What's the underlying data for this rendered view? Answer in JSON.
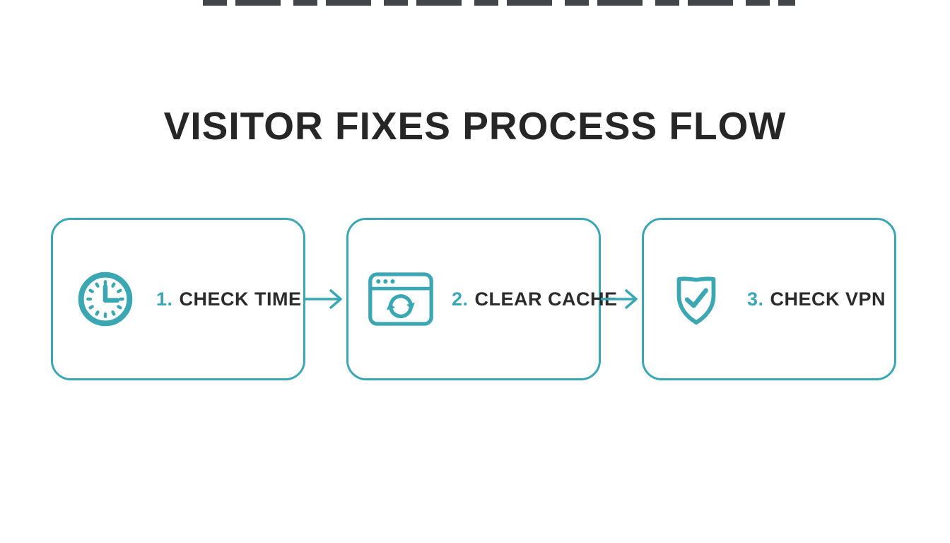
{
  "colors": {
    "accent": "#3aa7b2",
    "title_text": "#262626",
    "label_text": "#2b2b2b",
    "background": "#ffffff"
  },
  "title": "VISITOR FIXES PROCESS FLOW",
  "steps": [
    {
      "number": "1.",
      "label": "CHECK TIME",
      "icon": "clock-icon"
    },
    {
      "number": "2.",
      "label": "CLEAR CACHE",
      "icon": "browser-refresh-icon"
    },
    {
      "number": "3.",
      "label": "CHECK VPN",
      "icon": "shield-check-icon"
    }
  ]
}
